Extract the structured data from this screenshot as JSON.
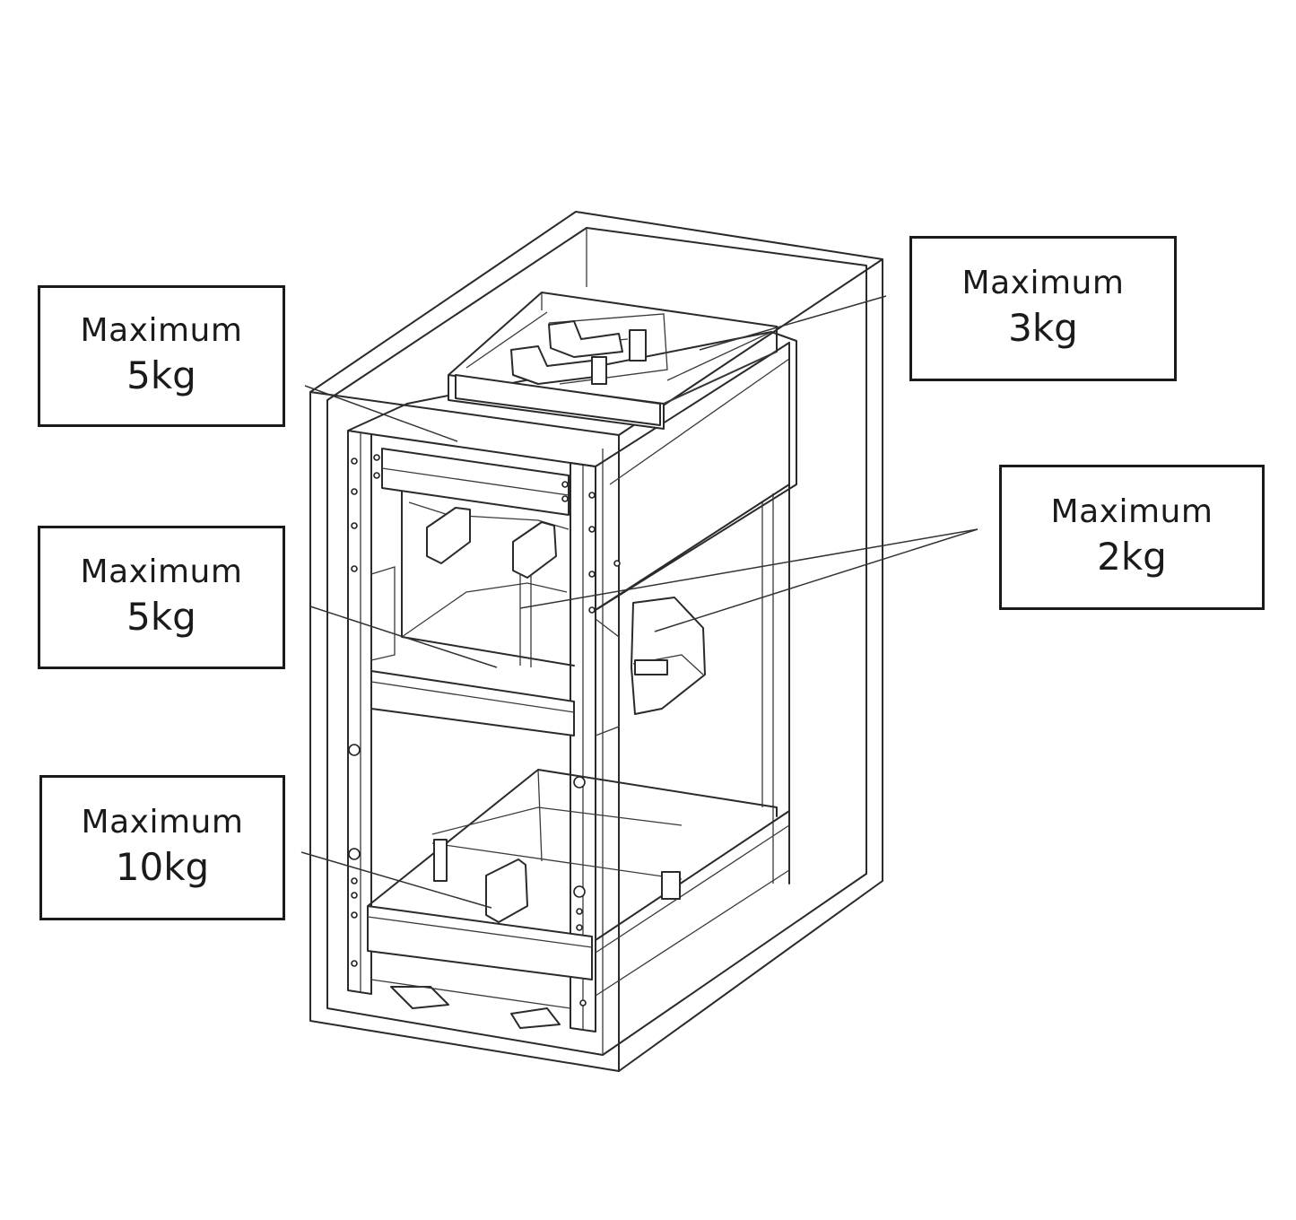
{
  "labels": {
    "top_left": {
      "title": "Maximum",
      "value": "5kg"
    },
    "mid_left": {
      "title": "Maximum",
      "value": "5kg"
    },
    "bottom_left": {
      "title": "Maximum",
      "value": "10kg"
    },
    "top_right": {
      "title": "Maximum",
      "value": "3kg"
    },
    "mid_right": {
      "title": "Maximum",
      "value": "2kg"
    }
  },
  "colors": {
    "line": "#2a2a2a",
    "background": "#ffffff"
  }
}
